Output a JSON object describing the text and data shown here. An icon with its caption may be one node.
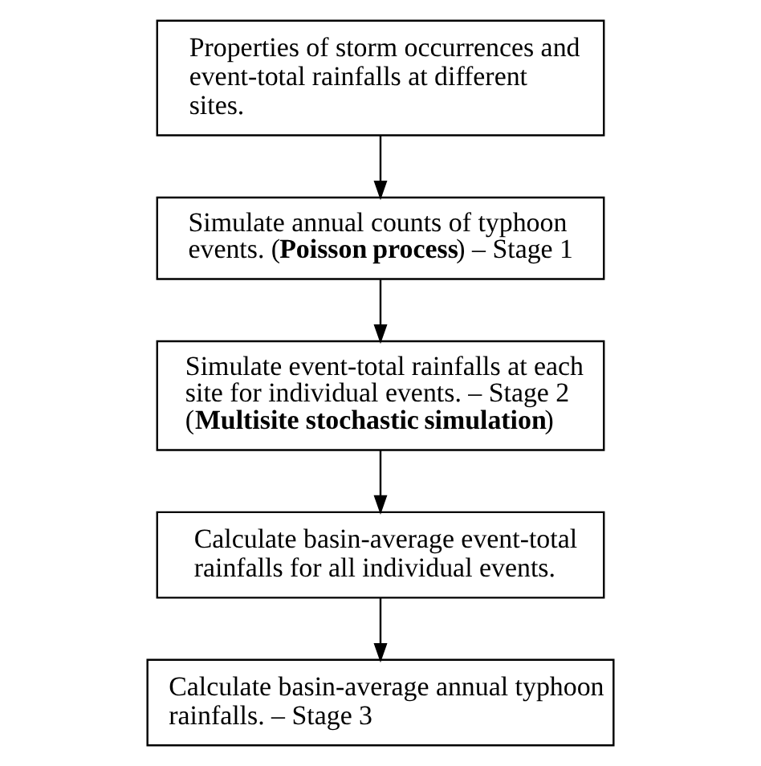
{
  "diagram": {
    "nodes": [
      {
        "text": [
          "Properties of storm occurrences and event-total rainfalls at different sites."
        ]
      },
      {
        "text": [
          "Simulate annual counts of typhoon events. (**Poisson process**) – Stage 1"
        ]
      },
      {
        "text": [
          "Simulate event-total rainfalls at each site for individual events. – Stage 2 (**Multisite stochastic simulation**)"
        ]
      },
      {
        "text": [
          "Calculate basin-average event-total rainfalls for all individual events."
        ]
      },
      {
        "text": [
          "Calculate basin-average annual typhoon rainfalls. – Stage 3"
        ]
      }
    ],
    "edges": [
      {
        "from": 0,
        "to": 1,
        "arrow": "to"
      },
      {
        "from": 1,
        "to": 2,
        "arrow": "to"
      },
      {
        "from": 2,
        "to": 3,
        "arrow": "to"
      },
      {
        "from": 3,
        "to": 4,
        "arrow": "to"
      }
    ]
  }
}
